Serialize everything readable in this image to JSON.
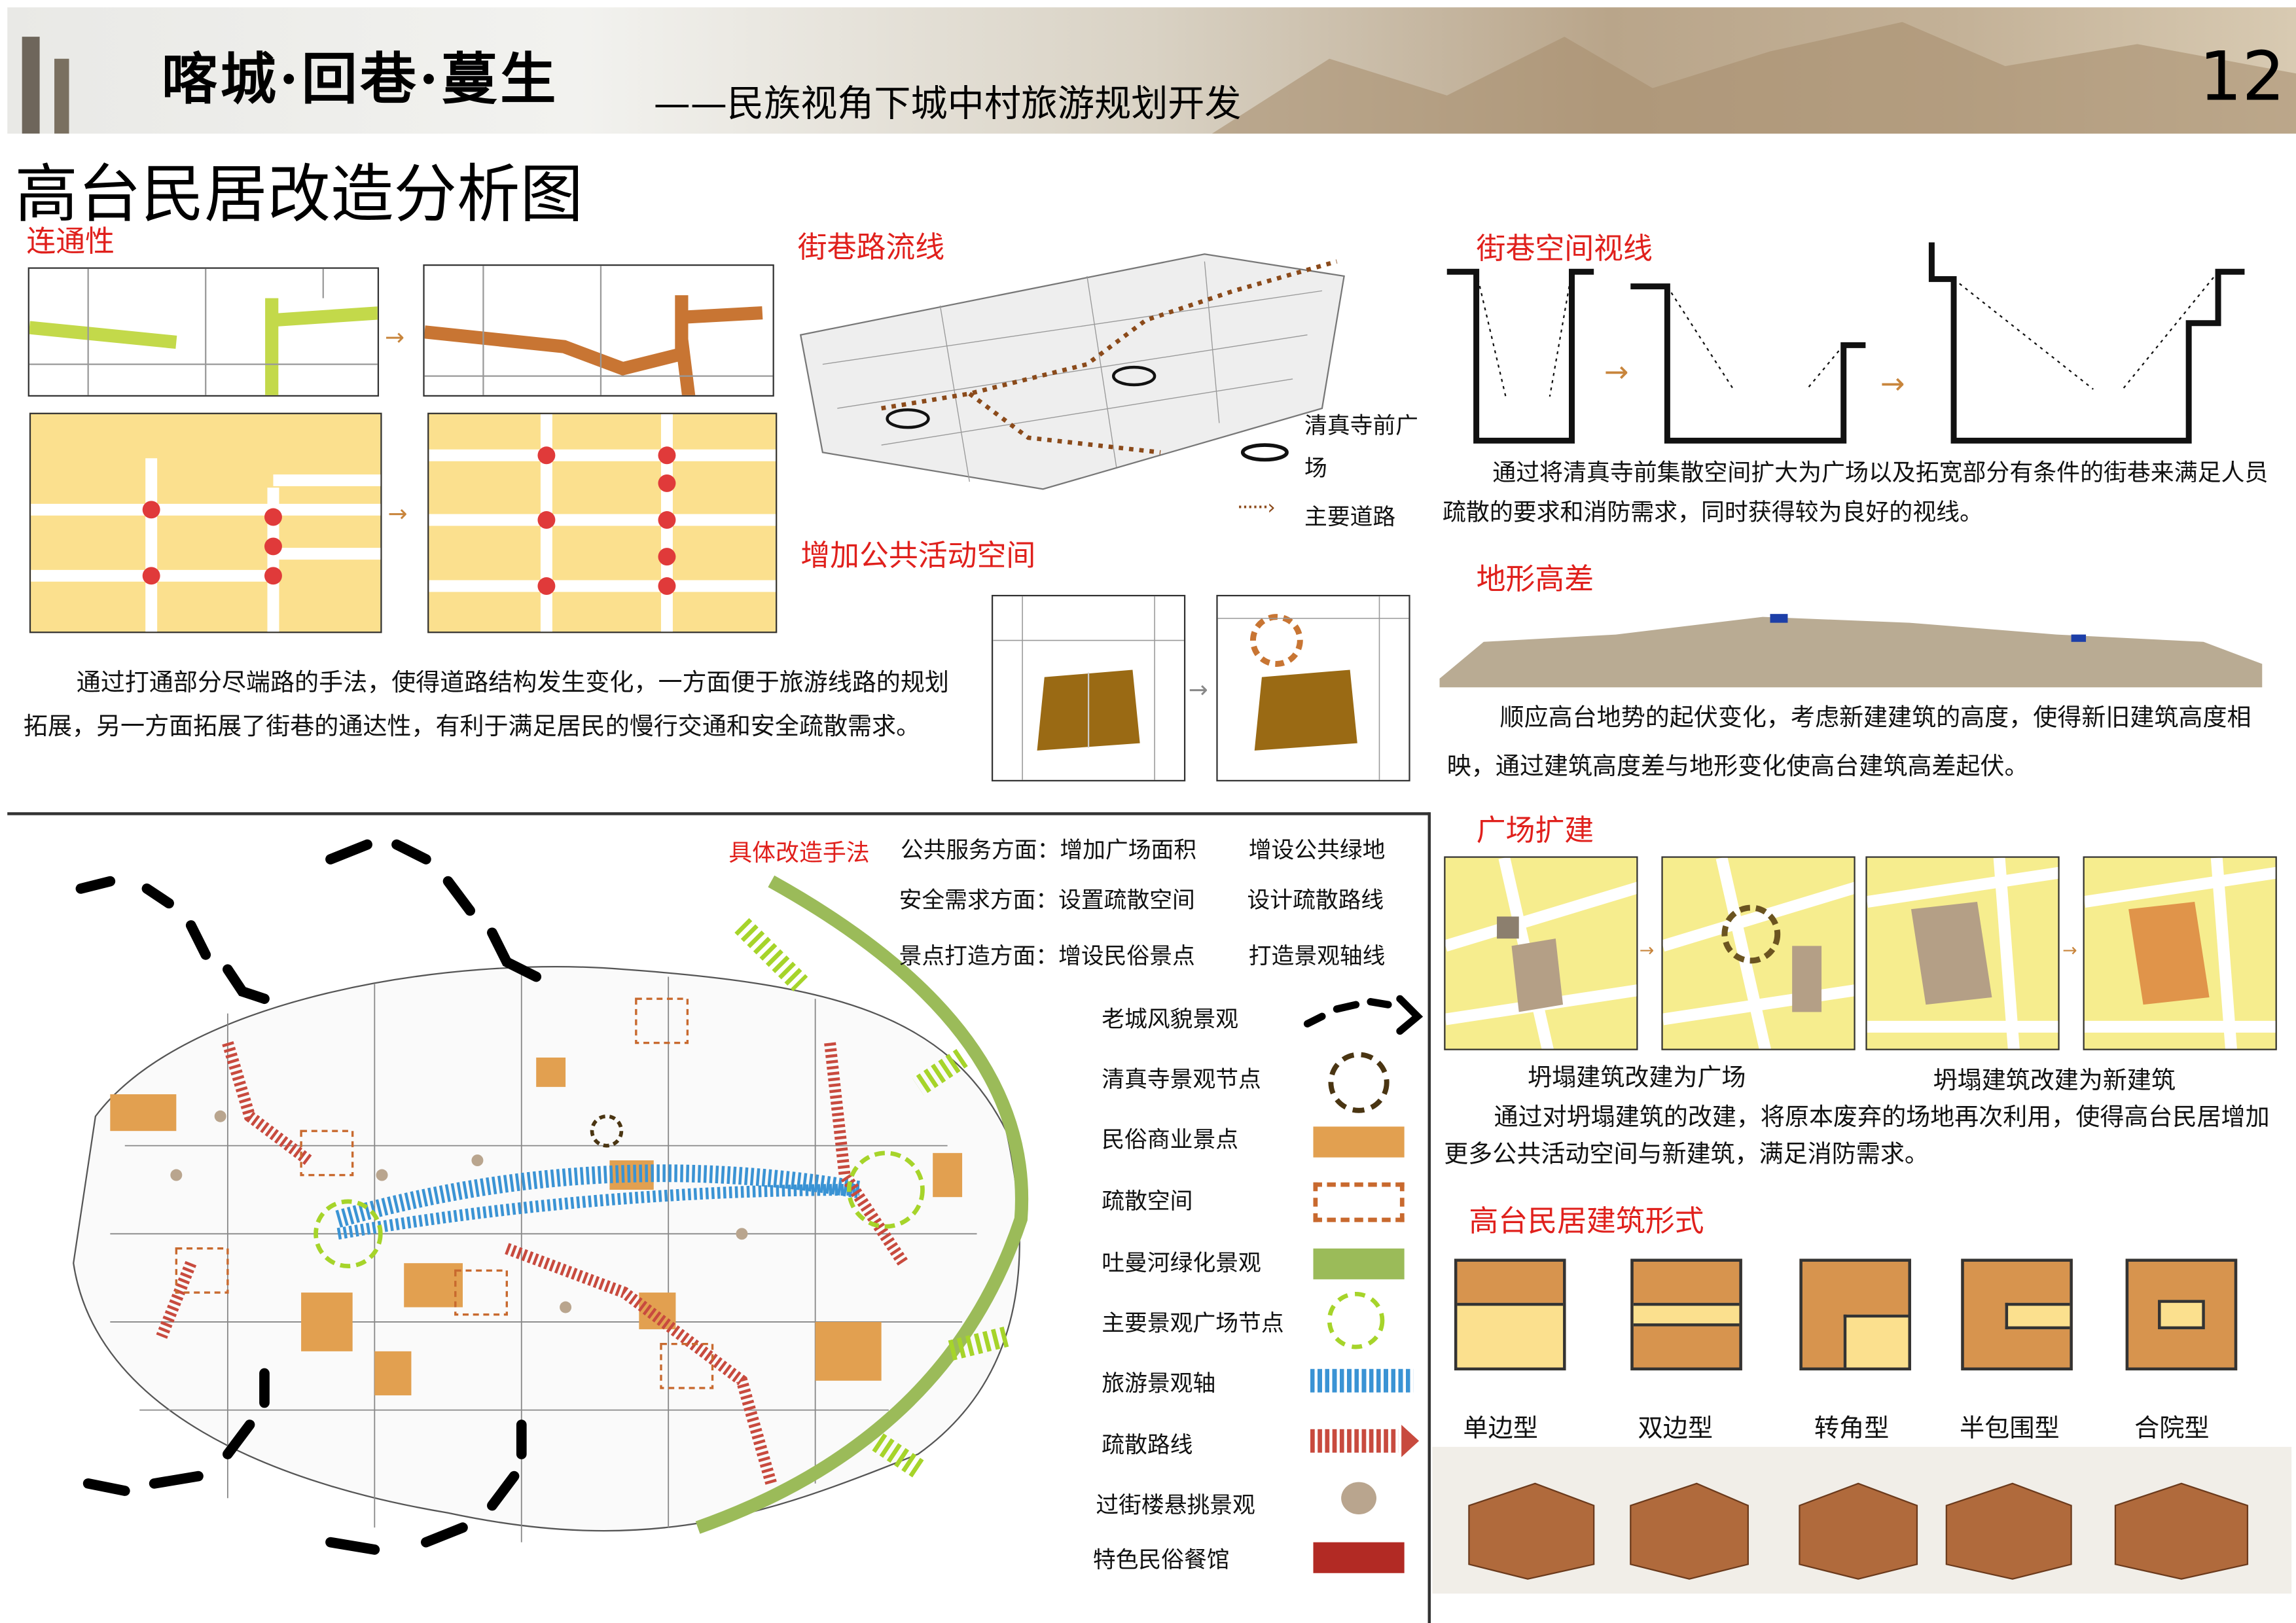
{
  "header": {
    "title": "喀城·回巷·蔓生",
    "subtitle": "——民族视角下城中村旅游规划开发",
    "page_number": "12"
  },
  "page_title": "高台民居改造分析图",
  "connectivity": {
    "heading": "连通性",
    "text": "通过打通部分尽端路的手法，使得道路结构发生变化，一方面便于旅游线路的规划拓展，另一方面拓展了街巷的通达性，有利于满足居民的慢行交通和安全疏散需求。"
  },
  "street_flow": {
    "heading": "街巷路流线",
    "legend": {
      "mosque_square": "清真寺前广场",
      "main_road": "主要道路"
    }
  },
  "public_space": {
    "heading": "增加公共活动空间"
  },
  "sightline": {
    "heading": "街巷空间视线",
    "text": "通过将清真寺前集散空间扩大为广场以及拓宽部分有条件的街巷来满足人员疏散的要求和消防需求，同时获得较为良好的视线。"
  },
  "terrain": {
    "heading": "地形高差",
    "text": "顺应高台地势的起伏变化，考虑新建建筑的高度，使得新旧建筑高度相映，通过建筑高度差与地形变化使高台建筑高差起伏。"
  },
  "methods": {
    "heading": "具体改造手法",
    "rows": [
      [
        "公共服务方面：增加广场面积",
        "增设公共绿地"
      ],
      [
        "安全需求方面：设置疏散空间",
        "设计疏散路线"
      ],
      [
        "景点打造方面：增设民俗景点",
        "打造景观轴线"
      ]
    ]
  },
  "map_legend": [
    {
      "label": "老城风貌景观",
      "icon": "old-town-arrow"
    },
    {
      "label": "清真寺景观节点",
      "icon": "dashed-circle-brown",
      "color": "#4a3512"
    },
    {
      "label": "民俗商业景点",
      "icon": "orange-block",
      "color": "#e2a050"
    },
    {
      "label": "疏散空间",
      "icon": "dashed-rect-orange",
      "color": "#c8692e"
    },
    {
      "label": "吐曼河绿化景观",
      "icon": "green-block",
      "color": "#9bbb59"
    },
    {
      "label": "主要景观广场节点",
      "icon": "dashed-circle-green",
      "color": "#a6d42a"
    },
    {
      "label": "旅游景观轴",
      "icon": "blue-stripes",
      "color": "#3a93d4"
    },
    {
      "label": "疏散路线",
      "icon": "red-stripe-arrow",
      "color": "#c84a3e"
    },
    {
      "label": "过街楼悬挑景观",
      "icon": "tan-dot",
      "color": "#b9a58e"
    },
    {
      "label": "特色民俗餐馆",
      "icon": "red-block",
      "color": "#b22a24"
    }
  ],
  "plaza": {
    "heading": "广场扩建",
    "caption_left": "坍塌建筑改建为广场",
    "caption_right": "坍塌建筑改建为新建筑",
    "text": "通过对坍塌建筑的改建，将原本废弃的场地再次利用，使得高台民居增加更多公共活动空间与新建筑，满足消防需求。"
  },
  "forms": {
    "heading": "高台民居建筑形式",
    "types": [
      "单边型",
      "双边型",
      "转角型",
      "半包围型",
      "合院型"
    ]
  },
  "colors": {
    "accent_red": "#e0201c",
    "block_yellow": "#fbe08e",
    "road_brown": "#c87533",
    "dots": "#e03a3a"
  }
}
